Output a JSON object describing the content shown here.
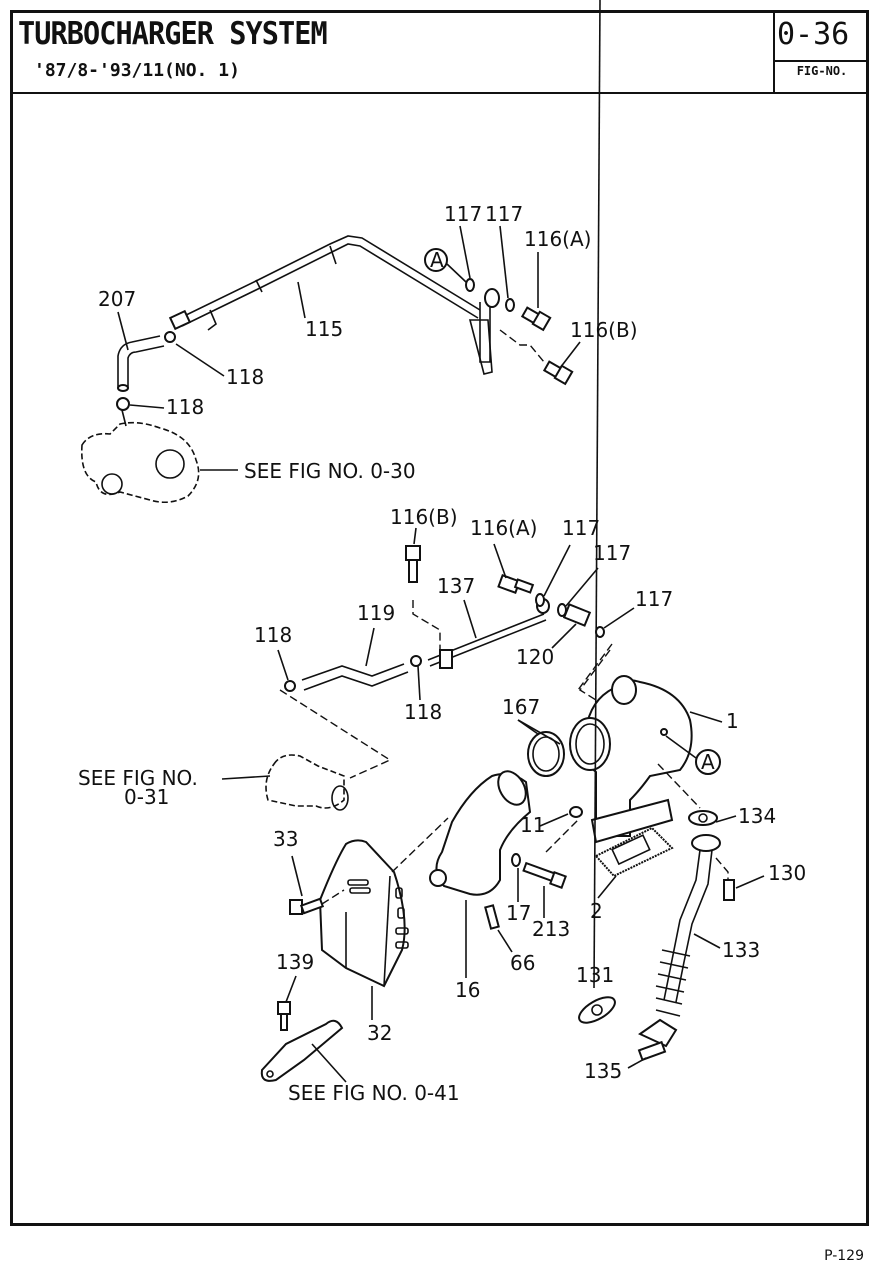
{
  "header": {
    "title": "TURBOCHARGER SYSTEM",
    "subtitle": "'87/8-'93/11(NO. 1)",
    "fig_number": "0-36",
    "fig_label": "FIG-NO."
  },
  "page_number": "P-129",
  "callouts": {
    "c117a": "117",
    "c117b": "117",
    "c116A_top": "116(A)",
    "c116B_top": "116(B)",
    "c207": "207",
    "c115": "115",
    "c118_top1": "118",
    "c118_top2": "118",
    "see030": "SEE FIG NO. 0-30",
    "c116B_mid": "116(B)",
    "c116A_mid": "116(A)",
    "c117c": "117",
    "c117d": "117",
    "c117e": "117",
    "c137": "137",
    "c119": "119",
    "c118_mid1": "118",
    "c118_mid2": "118",
    "c120": "120",
    "c167": "167",
    "c1": "1",
    "markerA1": "A",
    "markerA2": "A",
    "see031a": "SEE FIG NO.",
    "see031b": "0-31",
    "c33": "33",
    "c11": "11",
    "c134": "134",
    "c130": "130",
    "c17": "17",
    "c213": "213",
    "c2": "2",
    "c133": "133",
    "c66": "66",
    "c16": "16",
    "c139": "139",
    "c32": "32",
    "c131": "131",
    "c135": "135",
    "see041": "SEE FIG NO. 0-41"
  }
}
